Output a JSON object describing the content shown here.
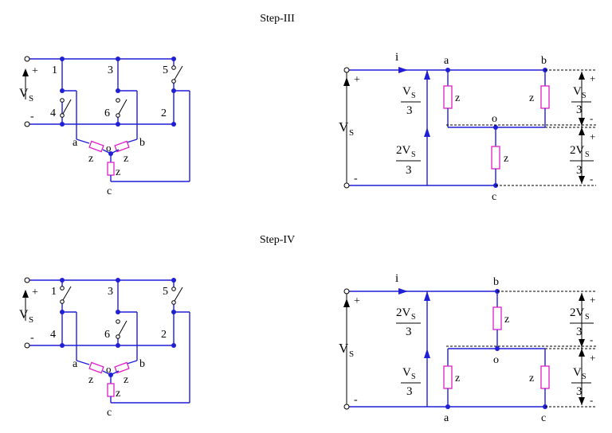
{
  "steps": [
    {
      "title": "Step-III"
    },
    {
      "title": "Step-IV"
    }
  ],
  "labels": {
    "source": "V",
    "sub": "S",
    "plus": "+",
    "minus": "-",
    "z": "z",
    "node_a": "a",
    "node_b": "b",
    "node_c": "c",
    "node_o": "o",
    "current": "i",
    "frac_one": "V",
    "frac_two": "2V",
    "frac_den": "3",
    "sw1": "1",
    "sw2": "2",
    "sw3": "3",
    "sw4": "4",
    "sw5": "5",
    "sw6": "6"
  },
  "colors": {
    "wire": "#1f1fd6",
    "resistor": "#e01ec8",
    "dashed": "#000000"
  }
}
